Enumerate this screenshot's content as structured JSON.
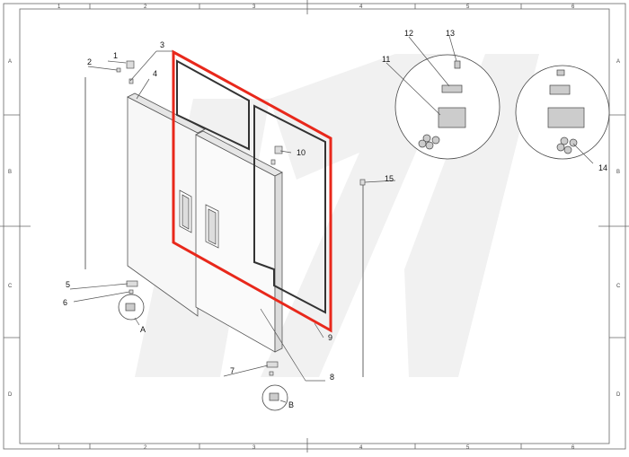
{
  "frame": {
    "column_labels": [
      "1",
      "2",
      "3",
      "4",
      "5",
      "6"
    ],
    "row_labels": [
      "A",
      "B",
      "C",
      "D"
    ]
  },
  "callouts": {
    "c1": "1",
    "c2": "2",
    "c3": "3",
    "c4": "4",
    "c5": "5",
    "c6": "6",
    "c7": "7",
    "c8": "8",
    "c9": "9",
    "c10": "10",
    "c11": "11",
    "c12": "12",
    "c13": "13",
    "c14": "14",
    "c15": "15"
  },
  "detail_labels": {
    "a": "A",
    "b": "B"
  },
  "colors": {
    "highlight": "#e8281b",
    "line": "#555555",
    "watermark": "#f2f2f2"
  }
}
